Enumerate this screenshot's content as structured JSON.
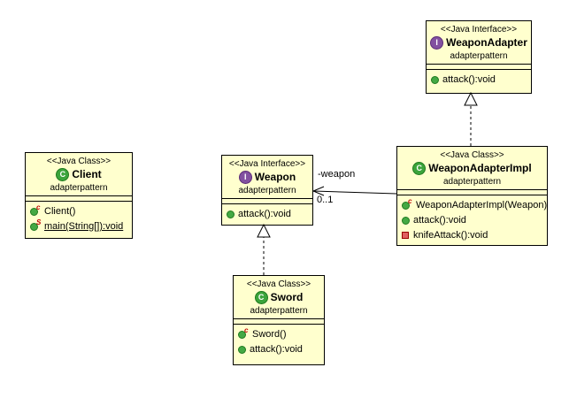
{
  "diagram": {
    "background": "#FFFFFF",
    "colors": {
      "box_fill": "#FFFFCE",
      "box_border": "#000000",
      "class_icon_fill": "#3BA43B",
      "interface_icon_fill": "#8250A0",
      "public_method_fill": "#44A944",
      "private_method_fill": "#E06060",
      "modifier_letter": "#C00000",
      "line": "#000000"
    }
  },
  "icons": {
    "class_letter": "C",
    "interface_letter": "I",
    "constructor_modifier": "c",
    "static_modifier": "S"
  },
  "classes": {
    "client": {
      "stereotype": "<<Java Class>>",
      "name": "Client",
      "package": "adapterpattern",
      "members": [
        {
          "label": "Client()",
          "kind": "constructor"
        },
        {
          "label": "main(String[]):void",
          "kind": "public-static-method"
        }
      ]
    },
    "weapon": {
      "stereotype": "<<Java Interface>>",
      "name": "Weapon",
      "package": "adapterpattern",
      "members": [
        {
          "label": "attack():void",
          "kind": "public-method"
        }
      ]
    },
    "sword": {
      "stereotype": "<<Java Class>>",
      "name": "Sword",
      "package": "adapterpattern",
      "members": [
        {
          "label": "Sword()",
          "kind": "constructor"
        },
        {
          "label": "attack():void",
          "kind": "public-method"
        }
      ]
    },
    "weapon_adapter": {
      "stereotype": "<<Java Interface>>",
      "name": "WeaponAdapter",
      "package": "adapterpattern",
      "members": [
        {
          "label": "attack():void",
          "kind": "public-method"
        }
      ]
    },
    "weapon_adapter_impl": {
      "stereotype": "<<Java Class>>",
      "name": "WeaponAdapterImpl",
      "package": "adapterpattern",
      "members": [
        {
          "label": "WeaponAdapterImpl(Weapon)",
          "kind": "constructor"
        },
        {
          "label": "attack():void",
          "kind": "public-method"
        },
        {
          "label": "knifeAttack():void",
          "kind": "private-method"
        }
      ]
    }
  },
  "connectors": {
    "association": {
      "label": "-weapon",
      "multiplicity": "0..1"
    },
    "realizations": [
      {
        "from": "Sword",
        "to": "Weapon"
      },
      {
        "from": "WeaponAdapterImpl",
        "to": "WeaponAdapter"
      }
    ]
  }
}
